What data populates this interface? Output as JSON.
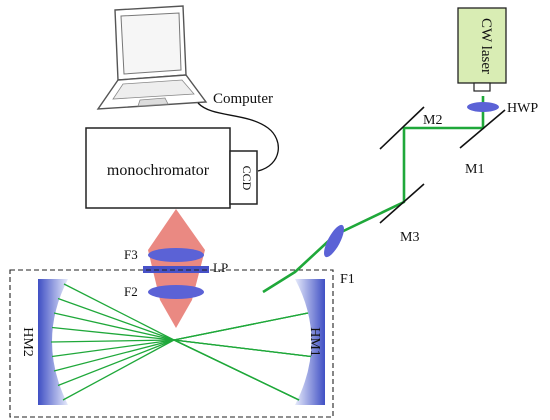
{
  "labels": {
    "computer": "Computer",
    "monochromator": "monochromator",
    "ccd": "CCD",
    "cw_laser": "CW laser",
    "hwp": "HWP",
    "m1": "M1",
    "m2": "M2",
    "m3": "M3",
    "f1": "F1",
    "f2": "F2",
    "f3": "F3",
    "lp": "LP",
    "hm1": "HM1",
    "hm2": "HM2"
  },
  "colors": {
    "beam": "#1fa83a",
    "laser_body": "#d9edb4",
    "lens": "#5b62d6",
    "emission_cone": "#e9837b",
    "mirror_deep": "#3f4fc4",
    "mirror_light": "#e7ebfb",
    "outline": "#222222"
  }
}
